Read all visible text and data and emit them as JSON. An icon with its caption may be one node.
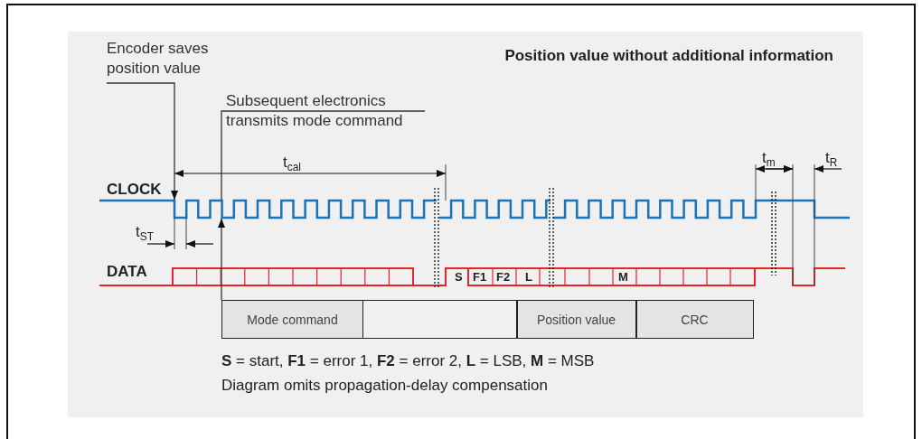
{
  "diagram": {
    "title": "Position value without additional information",
    "nodes": [
      {
        "text": [
          "Encoder saves position value"
        ]
      },
      {
        "text": [
          "Subsequent electronics transmits mode command"
        ]
      },
      {
        "text": [
          "Mode command"
        ]
      },
      {
        "text": [],
        "shape": "box"
      },
      {
        "text": [
          "Position value"
        ]
      },
      {
        "text": [
          "CRC"
        ]
      },
      {
        "text": [],
        "shape": "picture"
      }
    ],
    "edges": [
      {
        "from": 0,
        "to": 6,
        "arrow": "to"
      },
      {
        "from": 1,
        "to": 6,
        "arrow": "none"
      },
      {
        "from": 2,
        "to": 6,
        "arrow": "to"
      }
    ],
    "labels": [
      "t$_{cal}$",
      "t$_{m}$",
      "t$_{R}$",
      "CLOCK",
      "t$_{ST}$",
      "DATA",
      "S",
      "F1",
      "F2",
      "L",
      "M",
      "**S** = start, **F1** = error 1, **F2** = error 2, **L** = LSB, **M** = MSB",
      "Diagram omits propagation-delay compensation"
    ]
  }
}
